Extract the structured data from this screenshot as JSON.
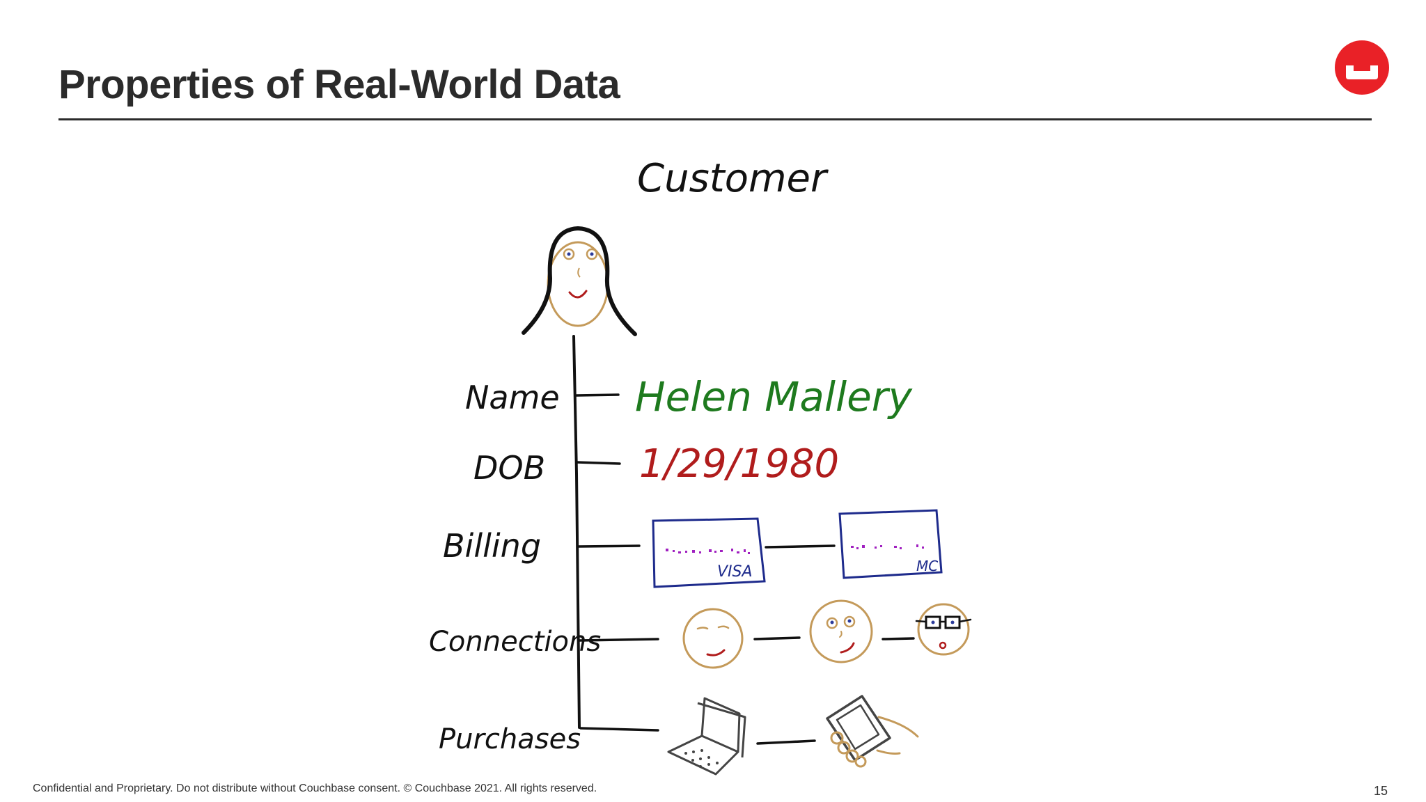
{
  "slide": {
    "title": "Properties of Real-World Data",
    "footer": "Confidential and Proprietary. Do not distribute without Couchbase consent. © Couchbase 2021. All rights reserved.",
    "page_number": "15"
  },
  "diagram": {
    "root_label": "Customer",
    "properties": [
      {
        "label": "Name",
        "value": "Helen Mallery",
        "value_color": "#1e7a1e"
      },
      {
        "label": "DOB",
        "value": "1/29/1980",
        "value_color": "#b01c1c"
      },
      {
        "label": "Billing"
      },
      {
        "label": "Connections"
      },
      {
        "label": "Purchases"
      }
    ],
    "cards": [
      {
        "brand": "VISA"
      },
      {
        "brand": "MC"
      }
    ]
  },
  "colors": {
    "brand_red": "#e92127",
    "ink": "#111111",
    "skin": "#c49a5a",
    "card_blue": "#1e2b8c",
    "card_dots": "#a020c0"
  }
}
